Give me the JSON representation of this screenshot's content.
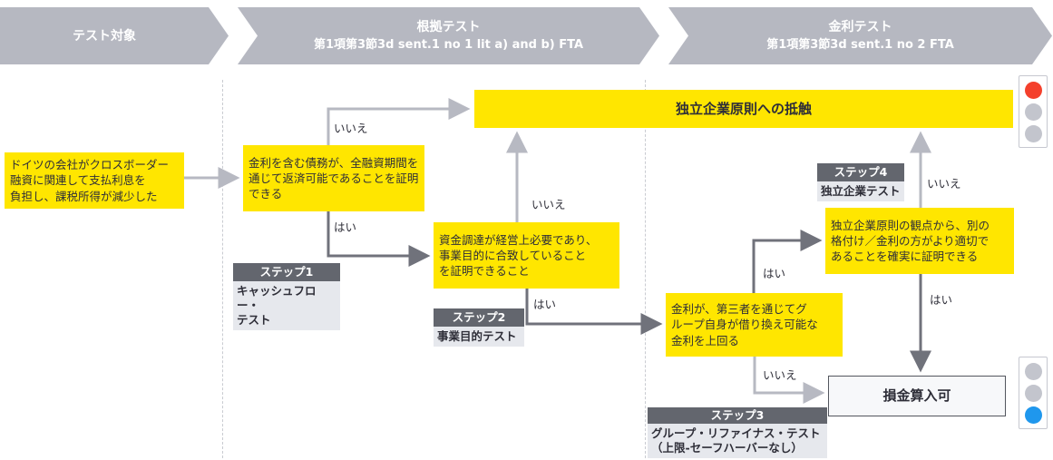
{
  "header": {
    "bands": [
      {
        "title": "テスト対象",
        "subtitle": ""
      },
      {
        "title": "根拠テスト",
        "subtitle": "第1項第3節3d sent.1 no 1 lit a) and b) FTA"
      },
      {
        "title": "金利テスト",
        "subtitle": "第1項第3節3d sent.1 no 2 FTA"
      }
    ]
  },
  "banner": {
    "label": "独立企業原則への抵触"
  },
  "flow": {
    "start": "ドイツの会社がクロスボーダー\n融資に関連して支払利息を\n負担し、課税所得が減少した",
    "cashflow_test": "金利を含む債務が、全融資期間を\n通じて返済可能であることを証明\nできる",
    "business_purpose_test": "資金調達が経営上必要であり、\n事業目的に合致していること\nを証明できること",
    "group_refinance_test": "金利が、第三者を通じてグ\nループ自身が借り換え可能な\n金利を上回る",
    "arms_length_test": "独立企業原則の観点から、別の\n格付け／金利の方がより適切で\nあることを確実に証明できる",
    "result": "損金算入可"
  },
  "steps": [
    {
      "label": "ステップ1",
      "name": "キャッシュフロー・\nテスト"
    },
    {
      "label": "ステップ2",
      "name": "事業目的テスト"
    },
    {
      "label": "ステップ3",
      "name": "グループ・リファイナス・テスト\n（上限-セーフハーバーなし）"
    },
    {
      "label": "ステップ4",
      "name": "独立企業テスト"
    }
  ],
  "connector_labels": {
    "yes": "はい",
    "no": "いいえ"
  },
  "edges": [
    {
      "from": "start",
      "to": "cashflow_test",
      "label": ""
    },
    {
      "from": "cashflow_test",
      "to": "banner",
      "label": "いいえ"
    },
    {
      "from": "cashflow_test",
      "to": "business_purpose_test",
      "label": "はい"
    },
    {
      "from": "business_purpose_test",
      "to": "banner",
      "label": "いいえ"
    },
    {
      "from": "business_purpose_test",
      "to": "group_refinance_test",
      "label": "はい"
    },
    {
      "from": "group_refinance_test",
      "to": "arms_length_test",
      "label": "はい"
    },
    {
      "from": "group_refinance_test",
      "to": "result",
      "label": "いいえ"
    },
    {
      "from": "arms_length_test",
      "to": "banner",
      "label": "いいえ"
    },
    {
      "from": "arms_length_test",
      "to": "result",
      "label": "はい"
    }
  ],
  "traffic_lights": [
    {
      "position": "top-right",
      "circles": [
        "#F4402C",
        "#C3C5CD",
        "#C3C5CD"
      ]
    },
    {
      "position": "bottom-right",
      "circles": [
        "#C3C5CD",
        "#C3C5CD",
        "#1F97ED"
      ]
    }
  ],
  "colors": {
    "accent_yellow": "#FFE600",
    "band_gray": "#B6B8C1",
    "step_header_gray": "#63666E",
    "step_body_gray": "#E6E8ED",
    "arrow_dark": "#70727B",
    "arrow_light": "#B7B9C2",
    "text_dark": "#2E2E38",
    "signal_red": "#F4402C",
    "signal_blue": "#1F97ED",
    "signal_gray": "#C3C5CD"
  }
}
